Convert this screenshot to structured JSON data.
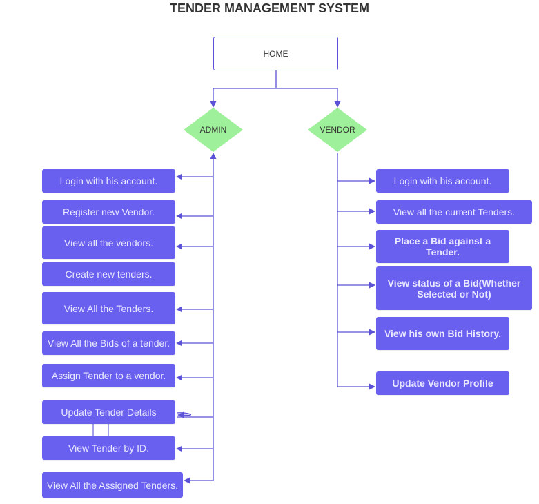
{
  "title": "TENDER MANAGEMENT SYSTEM",
  "colors": {
    "box_fill": "#6a60f0",
    "box_text": "#e9e8ff",
    "connector": "#5b52d8",
    "diamond_fill": "#9ff09a"
  },
  "home": {
    "label": "HOME"
  },
  "admin": {
    "label": "ADMIN",
    "items": [
      "Login with his account.",
      "Register new Vendor.",
      "View all the vendors.",
      "Create new tenders.",
      "View All the Tenders.",
      "View All the Bids of a tender.",
      "Assign Tender to a vendor.",
      "Update Tender Details",
      "View Tender by ID.",
      "View All the Assigned Tenders."
    ]
  },
  "vendor": {
    "label": "VENDOR",
    "items": [
      "Login with his account.",
      "View all the current Tenders.",
      "Place a Bid against a Tender.",
      "View status of a Bid(Whether Selected or Not)",
      "View his own Bid History.",
      "Update Vendor Profile"
    ]
  }
}
